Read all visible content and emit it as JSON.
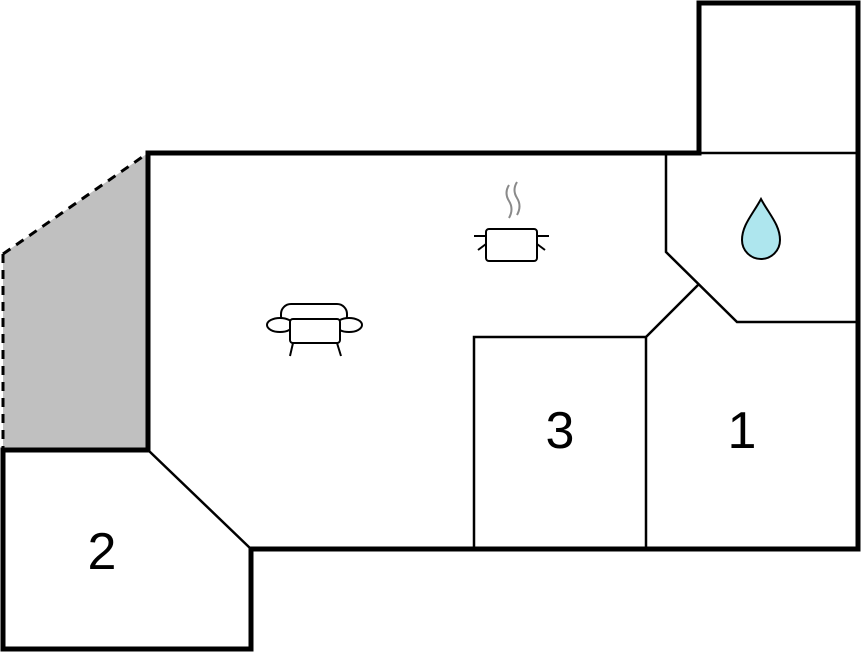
{
  "floorplan": {
    "rooms": [
      {
        "id": "room-1",
        "label": "1"
      },
      {
        "id": "room-2",
        "label": "2"
      },
      {
        "id": "room-3",
        "label": "3"
      }
    ],
    "icons": [
      "kitchen-pot-icon",
      "sofa-icon",
      "water-drop-icon"
    ],
    "colors": {
      "wall": "#000000",
      "terrace": "#c0c0c0",
      "water_drop": "#aee6ee",
      "steam": "#8a8a8a",
      "background": "#ffffff"
    }
  }
}
